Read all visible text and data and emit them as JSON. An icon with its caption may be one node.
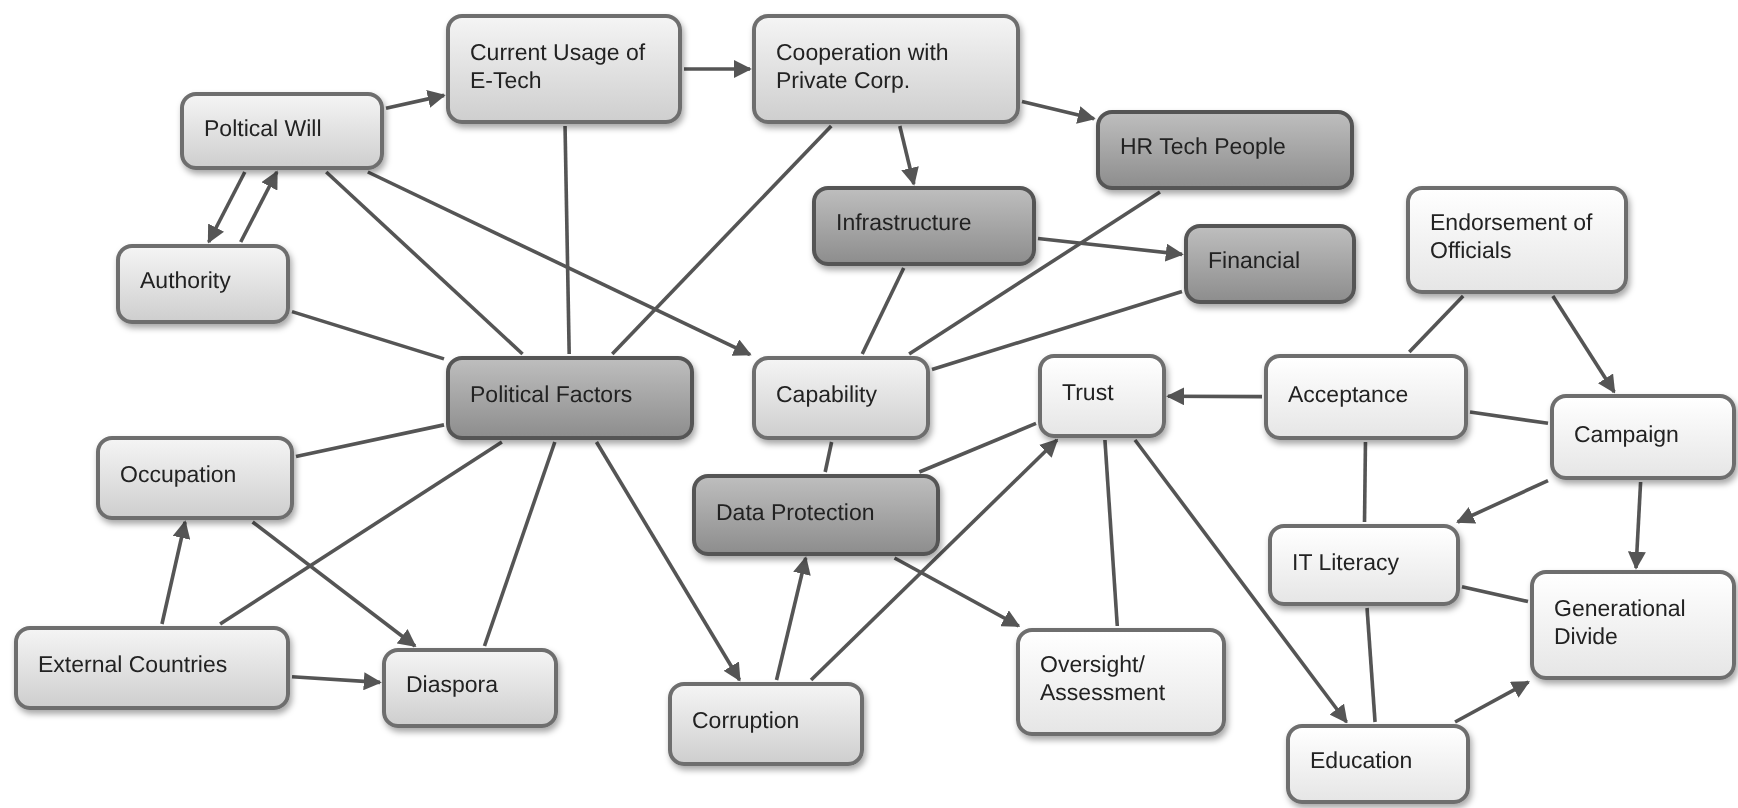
{
  "diagram": {
    "nodes": [
      {
        "text": [
          "Poltical Will"
        ]
      },
      {
        "text": [
          "Current Usage of E-Tech"
        ]
      },
      {
        "text": [
          "Cooperation with Private Corp."
        ]
      },
      {
        "text": [
          "HR Tech People"
        ]
      },
      {
        "text": [
          "Infrastructure"
        ]
      },
      {
        "text": [
          "Financial"
        ]
      },
      {
        "text": [
          "Endorsement of Officials"
        ]
      },
      {
        "text": [
          "Authority"
        ]
      },
      {
        "text": [
          "Political Factors"
        ]
      },
      {
        "text": [
          "Capability"
        ]
      },
      {
        "text": [
          "Trust"
        ]
      },
      {
        "text": [
          "Acceptance"
        ]
      },
      {
        "text": [
          "Campaign"
        ]
      },
      {
        "text": [
          "Occupation"
        ]
      },
      {
        "text": [
          "Data Protection"
        ]
      },
      {
        "text": [
          "IT Literacy"
        ]
      },
      {
        "text": [
          "Generational Divide"
        ]
      },
      {
        "text": [
          "Oversight/ Assessment"
        ]
      },
      {
        "text": [
          "External Countries"
        ]
      },
      {
        "text": [
          "Diaspora"
        ]
      },
      {
        "text": [
          "Corruption"
        ]
      },
      {
        "text": [
          "Education"
        ]
      }
    ],
    "edges": [
      {
        "from": 0,
        "to": 1,
        "arrow": "to"
      },
      {
        "from": 1,
        "to": 2,
        "arrow": "to"
      },
      {
        "from": 0,
        "to": 7,
        "arrow": "to"
      },
      {
        "from": 7,
        "to": 0,
        "arrow": "to"
      },
      {
        "from": 0,
        "to": 8,
        "arrow": "none"
      },
      {
        "from": 0,
        "to": 9,
        "arrow": "to"
      },
      {
        "from": 1,
        "to": 8,
        "arrow": "none"
      },
      {
        "from": 2,
        "to": 8,
        "arrow": "none"
      },
      {
        "from": 2,
        "to": 3,
        "arrow": "to"
      },
      {
        "from": 2,
        "to": 4,
        "arrow": "to"
      },
      {
        "from": 4,
        "to": 5,
        "arrow": "to"
      },
      {
        "from": 4,
        "to": 9,
        "arrow": "none"
      },
      {
        "from": 3,
        "to": 9,
        "arrow": "none"
      },
      {
        "from": 5,
        "to": 9,
        "arrow": "none"
      },
      {
        "from": 7,
        "to": 8,
        "arrow": "none"
      },
      {
        "from": 13,
        "to": 8,
        "arrow": "none"
      },
      {
        "from": 18,
        "to": 8,
        "arrow": "none"
      },
      {
        "from": 19,
        "to": 8,
        "arrow": "none"
      },
      {
        "from": 8,
        "to": 20,
        "arrow": "to"
      },
      {
        "from": 18,
        "to": 13,
        "arrow": "to"
      },
      {
        "from": 18,
        "to": 19,
        "arrow": "to"
      },
      {
        "from": 13,
        "to": 19,
        "arrow": "to"
      },
      {
        "from": 20,
        "to": 14,
        "arrow": "to"
      },
      {
        "from": 20,
        "to": 10,
        "arrow": "to"
      },
      {
        "from": 14,
        "to": 10,
        "arrow": "none"
      },
      {
        "from": 9,
        "to": 14,
        "arrow": "none"
      },
      {
        "from": 14,
        "to": 17,
        "arrow": "to"
      },
      {
        "from": 10,
        "to": 17,
        "arrow": "none"
      },
      {
        "from": 10,
        "to": 21,
        "arrow": "to"
      },
      {
        "from": 11,
        "to": 10,
        "arrow": "to"
      },
      {
        "from": 6,
        "to": 11,
        "arrow": "none"
      },
      {
        "from": 6,
        "to": 12,
        "arrow": "to"
      },
      {
        "from": 11,
        "to": 12,
        "arrow": "none"
      },
      {
        "from": 12,
        "to": 15,
        "arrow": "to"
      },
      {
        "from": 12,
        "to": 16,
        "arrow": "to"
      },
      {
        "from": 11,
        "to": 15,
        "arrow": "none"
      },
      {
        "from": 15,
        "to": 16,
        "arrow": "none"
      },
      {
        "from": 15,
        "to": 21,
        "arrow": "none"
      },
      {
        "from": 21,
        "to": 16,
        "arrow": "to"
      }
    ]
  }
}
